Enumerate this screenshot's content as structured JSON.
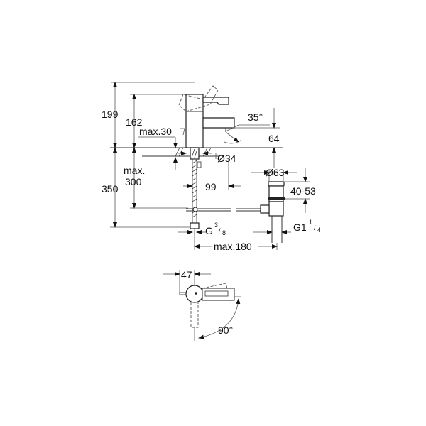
{
  "diagram": {
    "title": "Single-lever basin mixer technical drawing",
    "side_view": {
      "dimensions": {
        "total_height": "199",
        "spout_height": "162",
        "max_deck": "max.30",
        "below_deck": "350",
        "hose_length": "max.",
        "hose_length_value": "300",
        "spout_angle": "35°",
        "spout_clearance": "64",
        "body_diameter": "Ø34",
        "spout_reach": "99",
        "waste_diameter": "Ø63",
        "waste_range": "40-53",
        "inlet_thread": "G",
        "inlet_thread_num": "3",
        "inlet_thread_den": "8",
        "waste_thread": "G1",
        "waste_thread_num": "1",
        "waste_thread_den": "4",
        "max_distance": "max.180"
      }
    },
    "top_view": {
      "dimensions": {
        "lever_offset": "47",
        "rotation_angle": "90°"
      }
    }
  }
}
